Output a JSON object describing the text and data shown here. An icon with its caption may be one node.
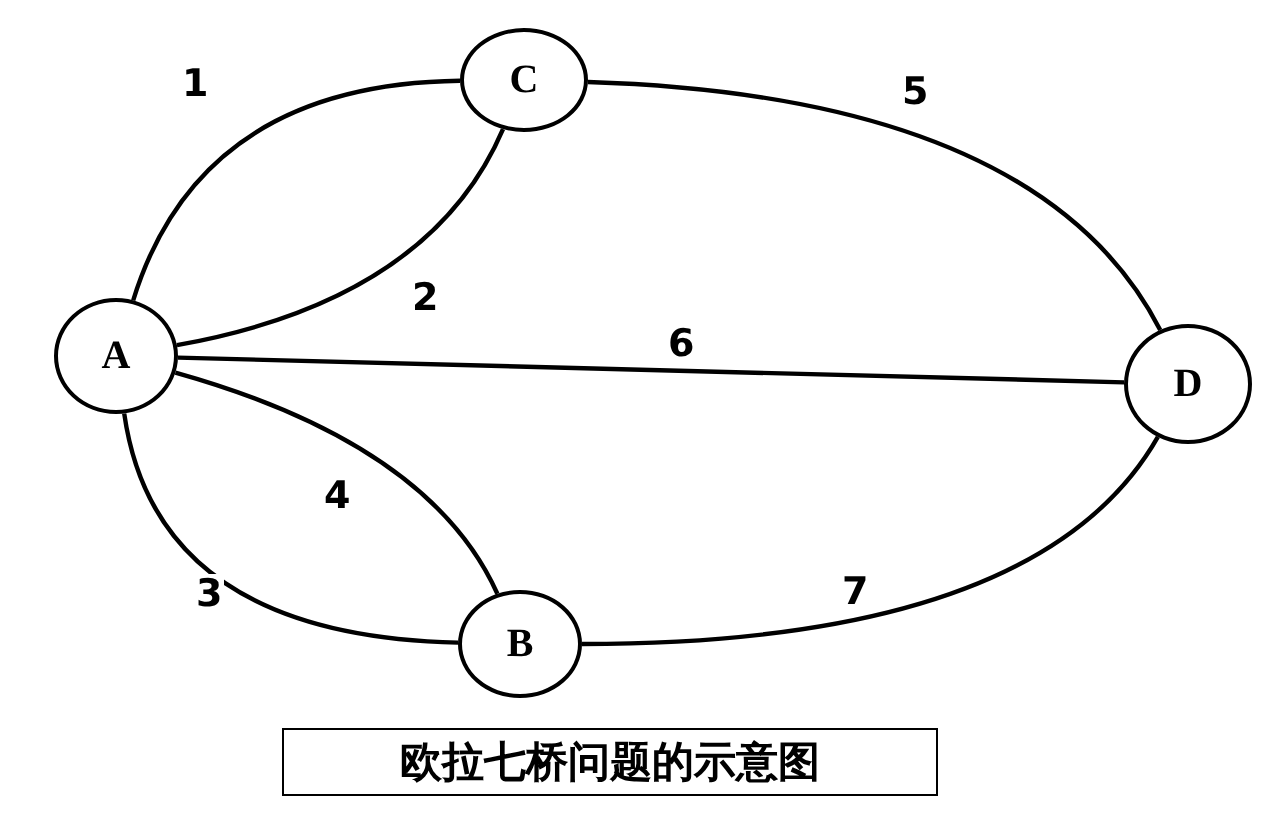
{
  "diagram": {
    "caption": "欧拉七桥问题的示意图",
    "nodes": [
      {
        "text": [
          "A"
        ]
      },
      {
        "text": [
          "C"
        ]
      },
      {
        "text": [
          "D"
        ]
      },
      {
        "text": [
          "B"
        ]
      }
    ],
    "edges": [
      {
        "from": 0,
        "to": 1,
        "arrow": "none",
        "label": "1"
      },
      {
        "from": 0,
        "to": 1,
        "arrow": "none",
        "label": "2"
      },
      {
        "from": 0,
        "to": 3,
        "arrow": "none",
        "label": "3"
      },
      {
        "from": 0,
        "to": 3,
        "arrow": "none",
        "label": "4"
      },
      {
        "from": 1,
        "to": 2,
        "arrow": "none",
        "label": "5"
      },
      {
        "from": 0,
        "to": 2,
        "arrow": "none",
        "label": "6"
      },
      {
        "from": 3,
        "to": 2,
        "arrow": "none",
        "label": "7"
      }
    ]
  }
}
